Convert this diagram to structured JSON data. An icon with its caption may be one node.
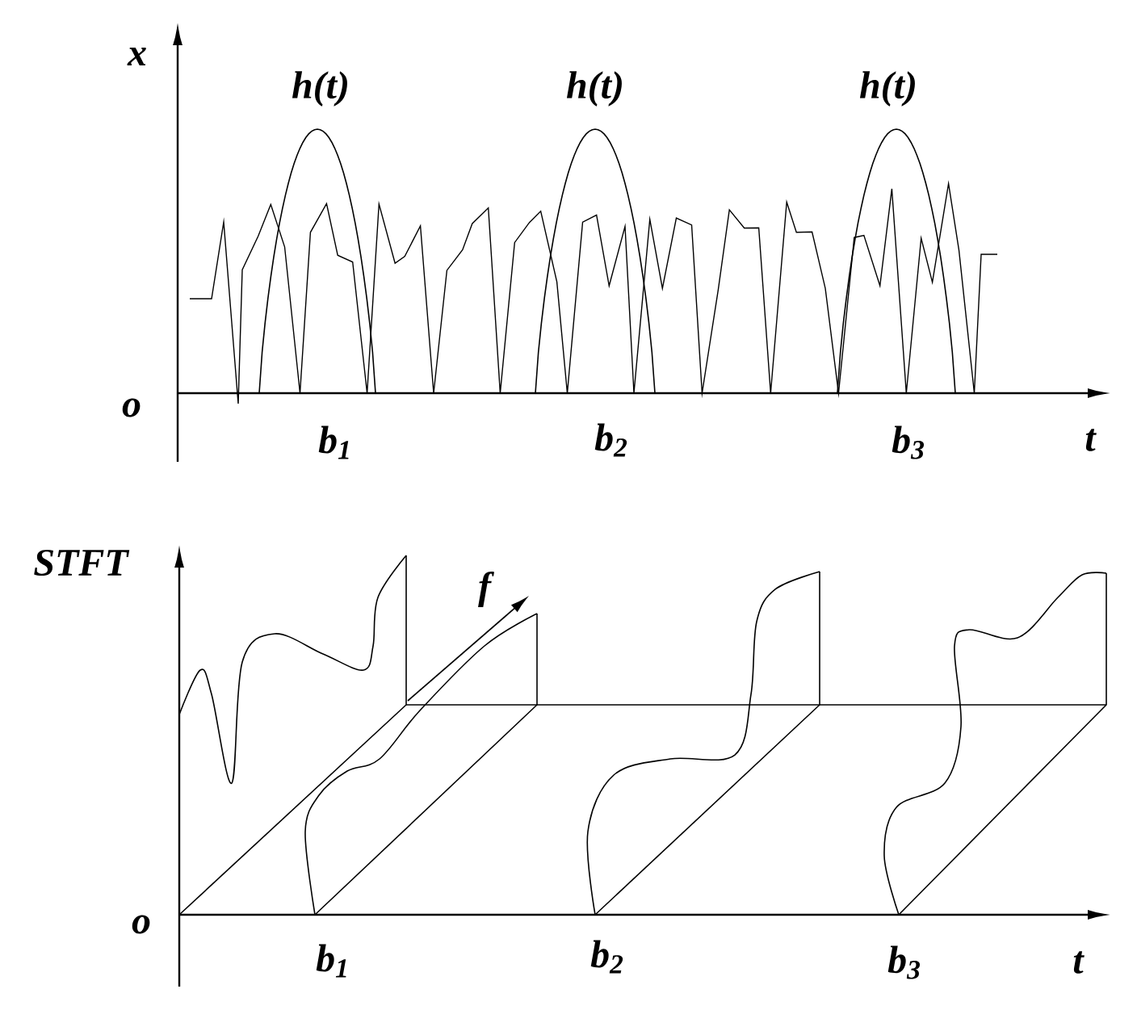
{
  "diagram": {
    "labels": [
      "x",
      "h(t)",
      "h(t)",
      "h(t)",
      "o",
      "b$_{1}$",
      "b$_{2}$",
      "b$_{3}$",
      "t",
      "STFT",
      "f",
      "o",
      "b$_{1}$",
      "b$_{2}$",
      "b$_{3}$",
      "t"
    ]
  }
}
